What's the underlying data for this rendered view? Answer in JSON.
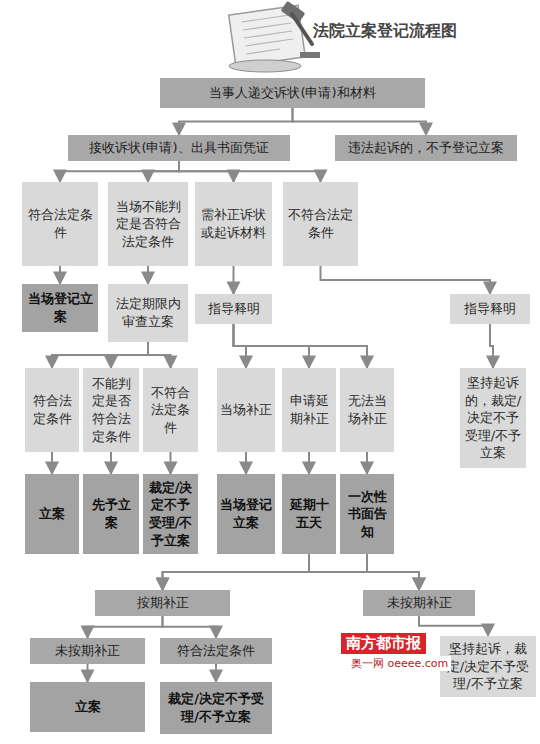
{
  "diagram": {
    "title": "法院立案登记流程图",
    "nodes": [
      {
        "text": [
          "当事人递交诉状(申请)和材料"
        ]
      },
      {
        "text": [
          "接收诉状(申请)、出具书面凭证"
        ]
      },
      {
        "text": [
          "违法起诉的，不予登记立案"
        ]
      },
      {
        "text": [
          "符合法定条件"
        ]
      },
      {
        "text": [
          "当场不能判定是否符合法定条件"
        ]
      },
      {
        "text": [
          "需补正诉状或起诉材料"
        ]
      },
      {
        "text": [
          "不符合法定条件"
        ]
      },
      {
        "text": [
          "当场登记立案"
        ]
      },
      {
        "text": [
          "法定期限内审查立案"
        ]
      },
      {
        "text": [
          "指导释明"
        ]
      },
      {
        "text": [
          "指导释明"
        ]
      },
      {
        "text": [
          "符合法定条件"
        ]
      },
      {
        "text": [
          "不能判定是否符合法定条件"
        ]
      },
      {
        "text": [
          "不符合法定条件"
        ]
      },
      {
        "text": [
          "当场补正"
        ]
      },
      {
        "text": [
          "申请延期补正"
        ]
      },
      {
        "text": [
          "无法当场补正"
        ]
      },
      {
        "text": [
          "坚持起诉的，裁定/决定不予受理/不予立案"
        ]
      },
      {
        "text": [
          "立案"
        ]
      },
      {
        "text": [
          "先予立案"
        ]
      },
      {
        "text": [
          "裁定/决定不予受理/不予立案"
        ]
      },
      {
        "text": [
          "当场登记立案"
        ]
      },
      {
        "text": [
          "延期十五天"
        ]
      },
      {
        "text": [
          "一次性书面告知"
        ]
      },
      {
        "text": [
          "按期补正"
        ]
      },
      {
        "text": [
          "未按期补正"
        ]
      },
      {
        "text": [
          "未按期补正"
        ]
      },
      {
        "text": [
          "符合法定条件"
        ]
      },
      {
        "text": [
          "坚持起诉，裁定/决定不予受理/不予立案"
        ]
      },
      {
        "text": [
          "立案"
        ]
      },
      {
        "text": [
          "裁定/决定不予受理/不予立案"
        ]
      }
    ],
    "edges": [
      {
        "from": 0,
        "to": 1,
        "arrow": "to"
      },
      {
        "from": 0,
        "to": 2,
        "arrow": "to"
      },
      {
        "from": 1,
        "to": 3,
        "arrow": "to"
      },
      {
        "from": 1,
        "to": 4,
        "arrow": "to"
      },
      {
        "from": 1,
        "to": 5,
        "arrow": "to"
      },
      {
        "from": 1,
        "to": 6,
        "arrow": "to"
      },
      {
        "from": 3,
        "to": 7,
        "arrow": "to"
      },
      {
        "from": 4,
        "to": 8,
        "arrow": "to"
      },
      {
        "from": 5,
        "to": 9,
        "arrow": "to"
      },
      {
        "from": 6,
        "to": 10,
        "arrow": "to"
      },
      {
        "from": 8,
        "to": 11,
        "arrow": "to"
      },
      {
        "from": 8,
        "to": 12,
        "arrow": "to"
      },
      {
        "from": 8,
        "to": 13,
        "arrow": "to"
      },
      {
        "from": 9,
        "to": 14,
        "arrow": "to"
      },
      {
        "from": 9,
        "to": 15,
        "arrow": "to"
      },
      {
        "from": 9,
        "to": 16,
        "arrow": "to"
      },
      {
        "from": 10,
        "to": 17,
        "arrow": "to"
      },
      {
        "from": 11,
        "to": 18,
        "arrow": "to"
      },
      {
        "from": 12,
        "to": 19,
        "arrow": "to"
      },
      {
        "from": 13,
        "to": 20,
        "arrow": "to"
      },
      {
        "from": 14,
        "to": 21,
        "arrow": "to"
      },
      {
        "from": 15,
        "to": 22,
        "arrow": "to"
      },
      {
        "from": 16,
        "to": 23,
        "arrow": "to"
      },
      {
        "from": 22,
        "to": 24,
        "arrow": "to"
      },
      {
        "from": 22,
        "to": 25,
        "arrow": "to"
      },
      {
        "from": 23,
        "to": 24,
        "arrow": "to"
      },
      {
        "from": 23,
        "to": 25,
        "arrow": "to"
      },
      {
        "from": 24,
        "to": 26,
        "arrow": "to"
      },
      {
        "from": 24,
        "to": 27,
        "arrow": "to"
      },
      {
        "from": 25,
        "to": 28,
        "arrow": "to"
      },
      {
        "from": 26,
        "to": 29,
        "arrow": "to"
      },
      {
        "from": 27,
        "to": 30,
        "arrow": "to"
      }
    ],
    "labels": [
      "南方都市报",
      "奥一网 oeeee.com"
    ]
  }
}
